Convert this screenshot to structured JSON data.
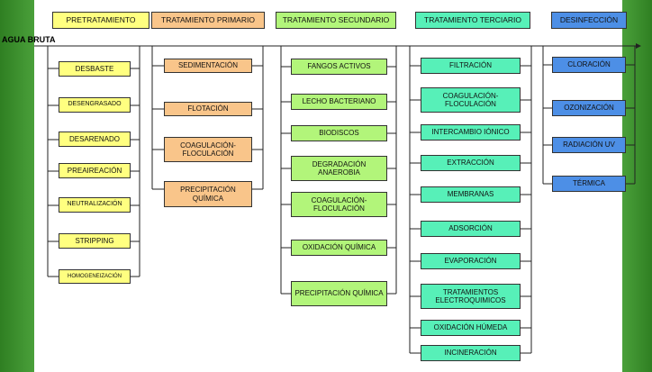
{
  "entry_label": "AGUA BRUTA",
  "stages": [
    {
      "title": "PRETRATAMIENTO",
      "items": [
        "DESBASTE",
        "DESENGRASADO",
        "DESARENADO",
        "PREAIREACIÓN",
        "NEUTRALIZACIÓN",
        "STRIPPING",
        "HOMOGENEIZACIÓN"
      ]
    },
    {
      "title": "TRATAMIENTO PRIMARIO",
      "items": [
        "SEDIMENTACIÓN",
        "FLOTACIÓN",
        "COAGULACIÓN-FLOCULACIÓN",
        "PRECIPITACIÓN QUÍMICA"
      ]
    },
    {
      "title": "TRATAMIENTO SECUNDARIO",
      "items": [
        "FANGOS ACTIVOS",
        "LECHO BACTERIANO",
        "BIODISCOS",
        "DEGRADACIÓN ANAEROBIA",
        "COAGULACIÓN-FLOCULACIÓN",
        "OXIDACIÓN QUÍMICA",
        "PRECIPITACIÓN QUÍMICA"
      ]
    },
    {
      "title": "TRATAMIENTO TERCIARIO",
      "items": [
        "FILTRACIÓN",
        "COAGULACIÓN-FLOCULACIÓN",
        "INTERCAMBIO IÓNICO",
        "EXTRACCIÓN",
        "MEMBRANAS",
        "ADSORCIÓN",
        "EVAPORACIÓN",
        "TRATAMIENTOS ELECTROQUIMICOS",
        "OXIDACIÓN HÚMEDA",
        "INCINERACIÓN"
      ]
    },
    {
      "title": "DESINFECCIÓN",
      "items": [
        "CLORACIÓN",
        "OZONIZACIÓN",
        "RADIACIÓN UV",
        "TÉRMICA"
      ]
    }
  ],
  "colors": {
    "pre": "#ffff80",
    "prim": "#f9c58a",
    "sec": "#b2f57a",
    "ter": "#57f0b8",
    "des": "#4d8fe6"
  }
}
